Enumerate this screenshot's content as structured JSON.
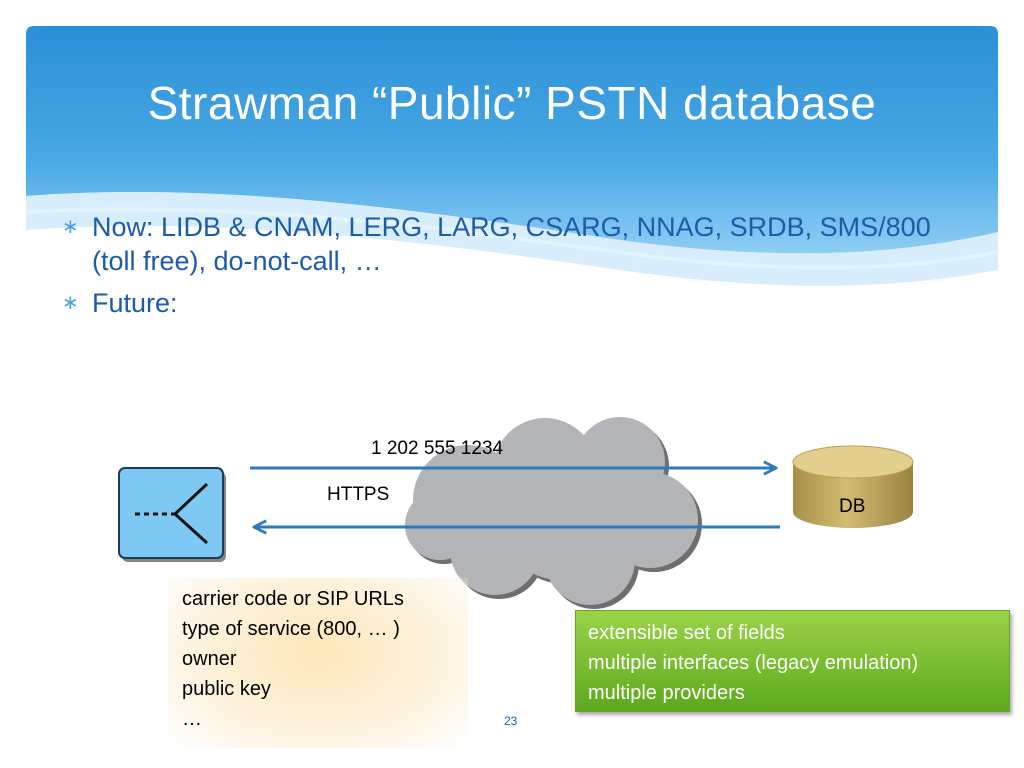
{
  "slide": {
    "title": "Strawman “Public” PSTN database",
    "bullets": [
      "Now: LIDB & CNAM, LERG, LARG, CSARG, NNAG, SRDB, SMS/800 (toll free), do-not-call, …",
      "Future:"
    ],
    "page_number": "23"
  },
  "diagram": {
    "number_label": "1 202 555 1234",
    "protocol_label": "HTTPS",
    "db_label": "DB",
    "record_fields": [
      "carrier code or SIP URLs",
      "type of service (800, … )",
      "owner",
      "public key",
      "…"
    ],
    "properties": [
      "extensible set of fields",
      "multiple interfaces (legacy emulation)",
      "multiple providers"
    ],
    "icons": {
      "phone": "phone-endpoint-icon",
      "cloud": "cloud-icon",
      "database": "database-icon",
      "bullet": "asterisk-bullet-icon"
    }
  },
  "colors": {
    "banner_dark": "#2f93d6",
    "banner_light": "#a8d8f5",
    "bullet_text": "#1d5ba8",
    "arrow": "#2a7bc0",
    "db_fill": "#c0a65b",
    "green_box": "#76bd2b",
    "phone_fill": "#7ec8f4"
  }
}
